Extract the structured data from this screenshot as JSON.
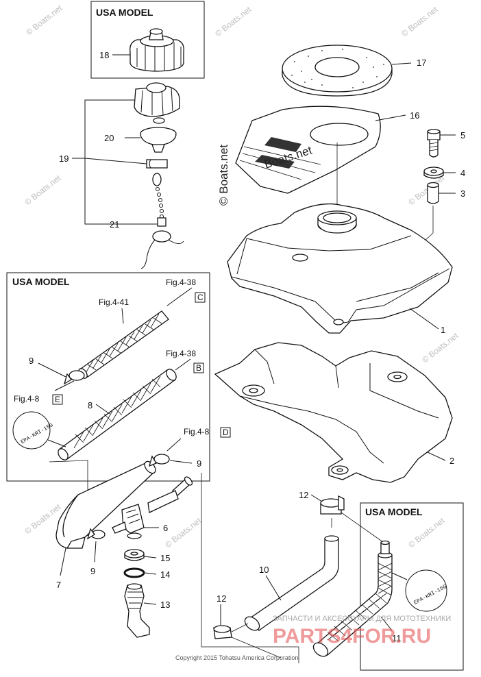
{
  "headers": {
    "top_box": "USA MODEL",
    "left_box": "USA MODEL",
    "right_box": "USA MODEL"
  },
  "fig_refs": {
    "c": "Fig.4-38",
    "c_box": "C",
    "b": "Fig.4-38",
    "b_box": "B",
    "hose41": "Fig.4-41",
    "e": "Fig.4-8",
    "e_box": "E",
    "d": "Fig.4-8",
    "d_box": "D"
  },
  "callouts": {
    "p1": "1",
    "p2": "2",
    "p3": "3",
    "p4": "4",
    "p5": "5",
    "p6": "6",
    "p7": "7",
    "p8": "8",
    "p9a": "9",
    "p9b": "9",
    "p9c": "9",
    "p10": "10",
    "p11": "11",
    "p12a": "12",
    "p12b": "12",
    "p13": "13",
    "p14": "14",
    "p15": "15",
    "p16": "16",
    "p17": "17",
    "p18": "18",
    "p19": "19",
    "p20": "20",
    "p21": "21"
  },
  "labels": {
    "epa_left": "EPA-KRI-15G",
    "epa_right": "EPA-KRI-15G"
  },
  "watermarks": {
    "boats": "© Boats.net",
    "center": "© Boats.net",
    "sticker": "Boats.net",
    "ru_top": "ЗАПЧАСТИ И АКСЕССУАРЫ ДЛЯ МОТОТЕХНИКИ",
    "ru_big": "PARTS4FOR.RU"
  },
  "copyright": "Copyright 2015 Tohatsu America Corporation"
}
